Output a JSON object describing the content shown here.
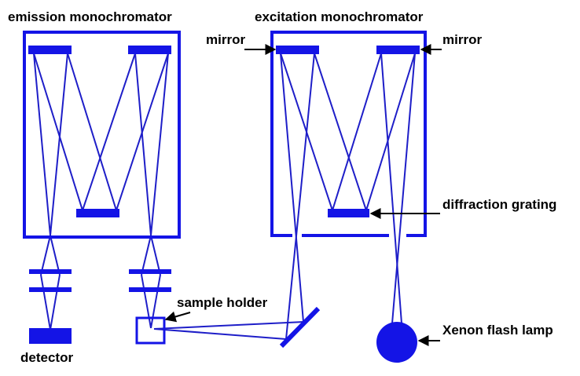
{
  "labels": {
    "emission_monochromator": "emission monochromator",
    "excitation_monochromator": "excitation monochromator",
    "mirror_left": "mirror",
    "mirror_right": "mirror",
    "diffraction_grating": "diffraction grating",
    "sample_holder": "sample holder",
    "xenon_flash_lamp": "Xenon flash lamp",
    "detector": "detector"
  },
  "colors": {
    "component": "#1414e6",
    "beam": "#1e1ec8",
    "label": "#000000",
    "pointer": "#000000",
    "background": "#ffffff"
  }
}
